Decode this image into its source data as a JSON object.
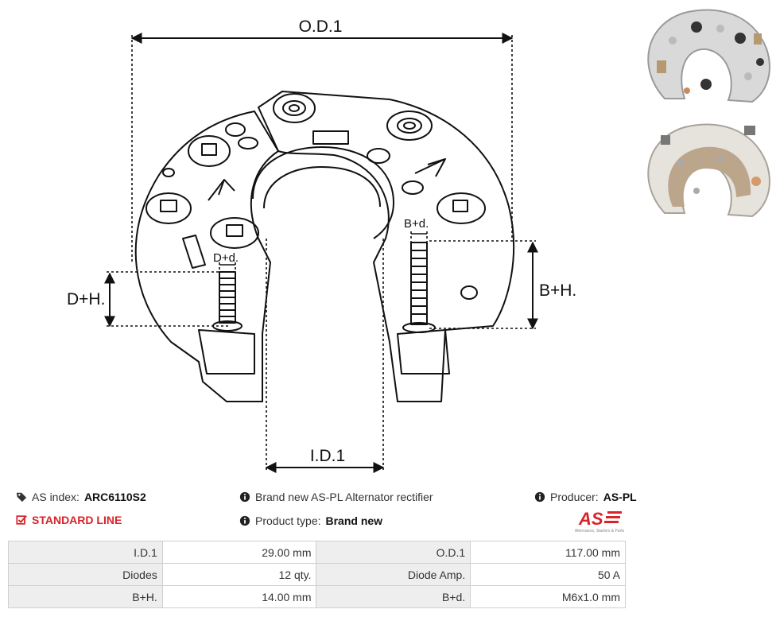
{
  "diagram": {
    "labels": {
      "od1": "O.D.1",
      "id1": "I.D.1",
      "dh": "D+H.",
      "dd": "D+d.",
      "bh": "B+H.",
      "bd": "B+d."
    }
  },
  "thumbnails": [
    {
      "name": "rectifier-top-view"
    },
    {
      "name": "rectifier-bottom-view"
    }
  ],
  "info": {
    "as_index_label": "AS index:",
    "as_index_value": "ARC6110S2",
    "standard_line": "STANDARD LINE",
    "description": "Brand new AS-PL Alternator rectifier",
    "product_type_label": "Product type:",
    "product_type_value": "Brand new",
    "producer_label": "Producer:",
    "producer_value": "AS-PL"
  },
  "logo": {
    "text": "AS",
    "tagline": "Alternators, Starters & Parts",
    "color": "#d8232a"
  },
  "specs": [
    {
      "label1": "I.D.1",
      "value1": "29.00 mm",
      "label2": "O.D.1",
      "value2": "117.00 mm"
    },
    {
      "label1": "Diodes",
      "value1": "12 qty.",
      "label2": "Diode Amp.",
      "value2": "50 A"
    },
    {
      "label1": "B+H.",
      "value1": "14.00 mm",
      "label2": "B+d.",
      "value2": "M6x1.0 mm"
    }
  ]
}
